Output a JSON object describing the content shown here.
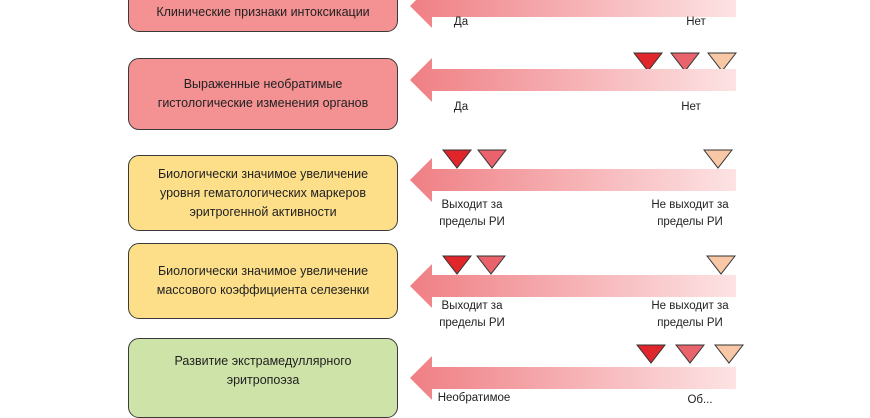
{
  "colors": {
    "severe": "#e0262b",
    "moderate": "#e8636b",
    "mild": "#f7c7a6",
    "box_red": "#f39193",
    "box_yellow": "#fddf8a",
    "box_green": "#cde3a8"
  },
  "rows": [
    {
      "label": "Клинические признаки интоксикации",
      "left": "Да",
      "right": "Нет"
    },
    {
      "label": "Выраженные необратимые гистологические изменения органов",
      "left": "Да",
      "right": "Нет"
    },
    {
      "label": "Биологически значимое увеличение уровня гематологических маркеров эритрогенной активности",
      "left": "Выходит за пределы РИ",
      "right": "Не выходит за пределы РИ"
    },
    {
      "label": "Биологически значимое увеличение массового коэффициента селезенки",
      "left": "Выходит за пределы РИ",
      "right": "Не выходит за пределы РИ"
    },
    {
      "label": "Развитие экстрамедуллярного эритропоэза",
      "left": "Необратимое",
      "right": "Об..."
    }
  ]
}
